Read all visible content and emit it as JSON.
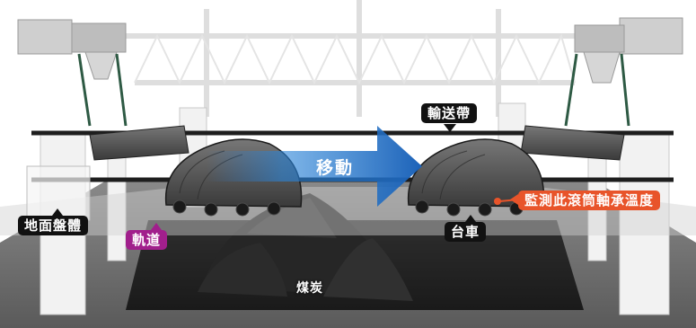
{
  "labels": {
    "conveyor": "輸送帶",
    "move": "移動",
    "ground_board": "地面盤體",
    "track": "軌道",
    "cart": "台車",
    "monitor": "監測此滾筒軸承溫度",
    "coal": "煤炭"
  },
  "colors": {
    "dark_tag": "#111111",
    "track_tag": "#a11f8c",
    "monitor_tag": "#e8542a",
    "move_arrow": "#1f6fbf",
    "frame": "#e6e6e6",
    "floor": "#6e6e6e",
    "coal": "#2a2a2a"
  }
}
